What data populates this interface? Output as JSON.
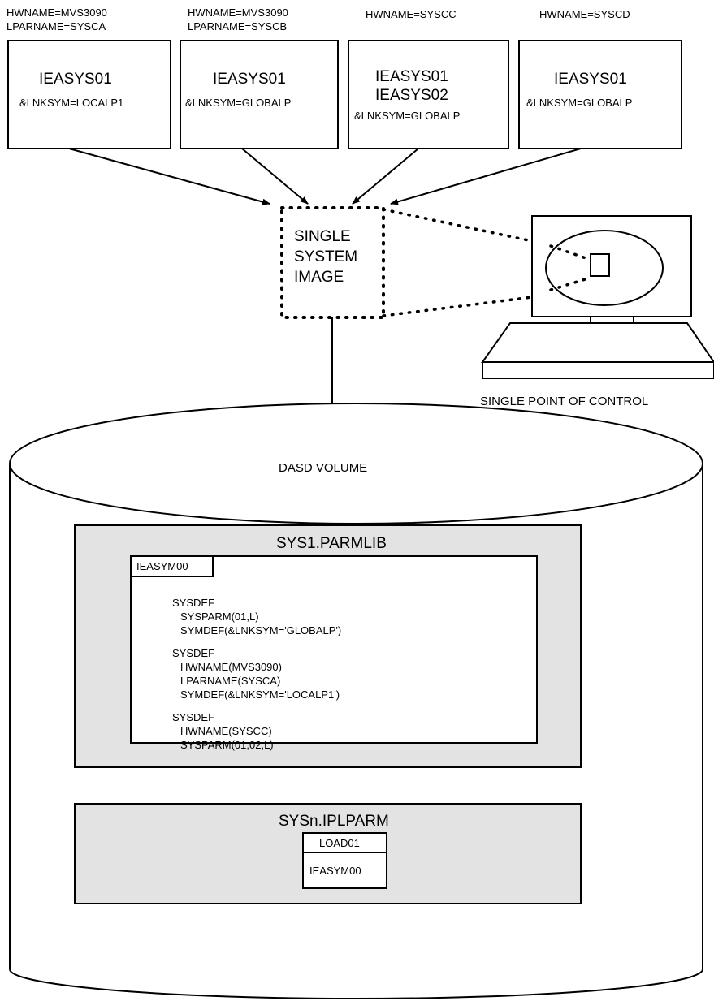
{
  "systems": [
    {
      "header_lines": [
        "HWNAME=MVS3090",
        "LPARNAME=SYSCA"
      ],
      "members": [
        "IEASYS01"
      ],
      "symbol": "&LNKSYM=LOCALP1"
    },
    {
      "header_lines": [
        "HWNAME=MVS3090",
        "LPARNAME=SYSCB"
      ],
      "members": [
        "IEASYS01"
      ],
      "symbol": "&LNKSYM=GLOBALP"
    },
    {
      "header_lines": [
        "HWNAME=SYSCC"
      ],
      "members": [
        "IEASYS01",
        "IEASYS02"
      ],
      "symbol": "&LNKSYM=GLOBALP"
    },
    {
      "header_lines": [
        "HWNAME=SYSCD"
      ],
      "members": [
        "IEASYS01"
      ],
      "symbol": "&LNKSYM=GLOBALP"
    }
  ],
  "single_system_image": [
    "SINGLE",
    "SYSTEM",
    "IMAGE"
  ],
  "console_label": "SINGLE POINT OF CONTROL",
  "dasd_label": "DASD VOLUME",
  "parmlib": {
    "title": "SYS1.PARMLIB",
    "member_tab": "IEASYM00",
    "lines": [
      "SYSDEF",
      "  SYSPARM(01,L)",
      "  SYMDEF(&LNKSYM='GLOBALP')",
      "",
      "SYSDEF",
      "  HWNAME(MVS3090)",
      "  LPARNAME(SYSCA)",
      "  SYMDEF(&LNKSYM='LOCALP1')",
      "",
      "SYSDEF",
      "  HWNAME(SYSCC)",
      "  SYSPARM(01,02,L)"
    ]
  },
  "iplparm": {
    "title": "SYSn.IPLPARM",
    "load_member": "LOAD01",
    "entry": "IEASYM00"
  }
}
